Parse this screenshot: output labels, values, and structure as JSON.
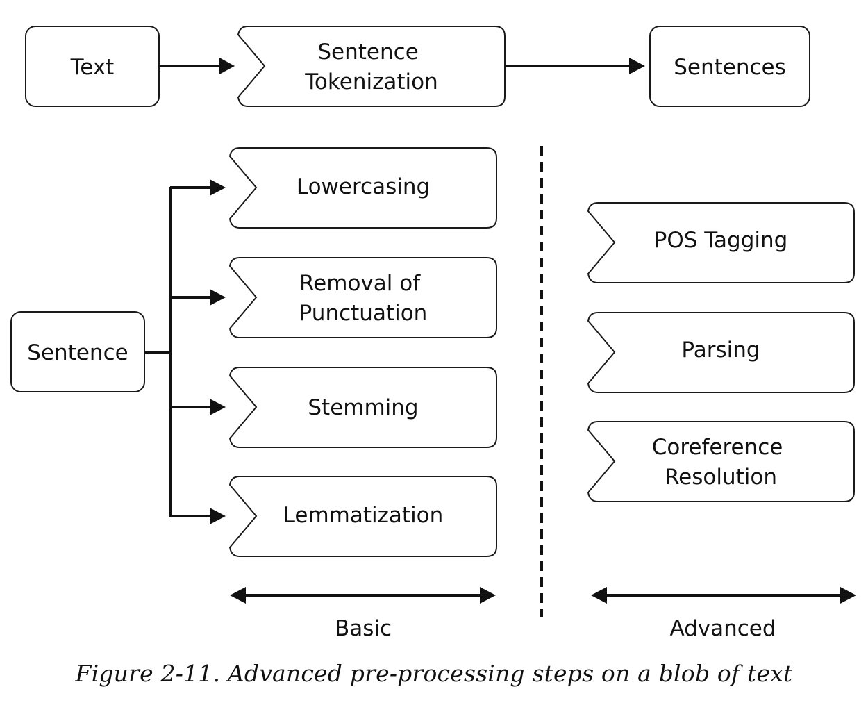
{
  "pipeline": {
    "input": "Text",
    "step": [
      "Sentence",
      "Tokenization"
    ],
    "output": "Sentences"
  },
  "source": "Sentence",
  "basic": {
    "label": "Basic",
    "steps": [
      {
        "lines": [
          "Lowercasing"
        ]
      },
      {
        "lines": [
          "Removal of",
          "Punctuation"
        ]
      },
      {
        "lines": [
          "Stemming"
        ]
      },
      {
        "lines": [
          "Lemmatization"
        ]
      }
    ]
  },
  "advanced": {
    "label": "Advanced",
    "steps": [
      {
        "lines": [
          "POS Tagging"
        ]
      },
      {
        "lines": [
          "Parsing"
        ]
      },
      {
        "lines": [
          "Coreference",
          "Resolution"
        ]
      }
    ]
  },
  "caption": "Figure 2-11. Advanced pre-processing steps on a blob of text"
}
